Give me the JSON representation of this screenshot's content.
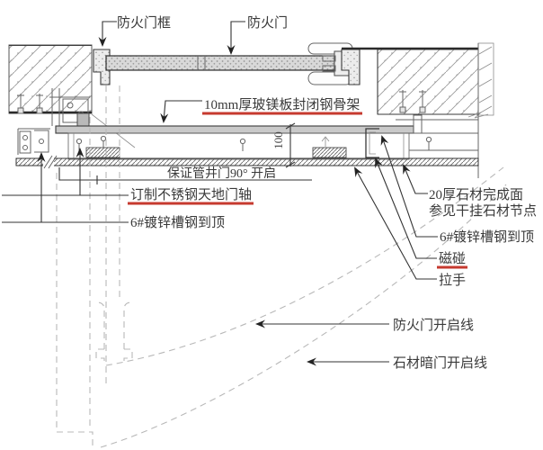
{
  "drawing": {
    "top_labels": {
      "door_frame": "防火门框",
      "fire_door": "防火门"
    },
    "mid_labels": {
      "mgo_board": "10mm厚玻镁板封闭钢骨架",
      "shaft_note": "保证管井门90° 开启",
      "pivot": "订制不锈钢天地门轴",
      "channel_left": "6#镀锌槽钢到顶"
    },
    "right_labels": {
      "stone_finish_line1": "20厚石材完成面",
      "stone_finish_line2": "参见干挂石材节点",
      "channel_right": "6#镀锌槽钢到顶",
      "magnet": "磁碰",
      "handle": "拉手"
    },
    "swing_labels": {
      "fire_door_swing": "防火门开启线",
      "stone_door_swing": "石材暗门开启线"
    },
    "dimensions": {
      "frame_height": "100"
    },
    "colors": {
      "highlight_red": "#c63a2f",
      "line_dark": "#333333",
      "line_light": "#b8b8b8"
    }
  }
}
